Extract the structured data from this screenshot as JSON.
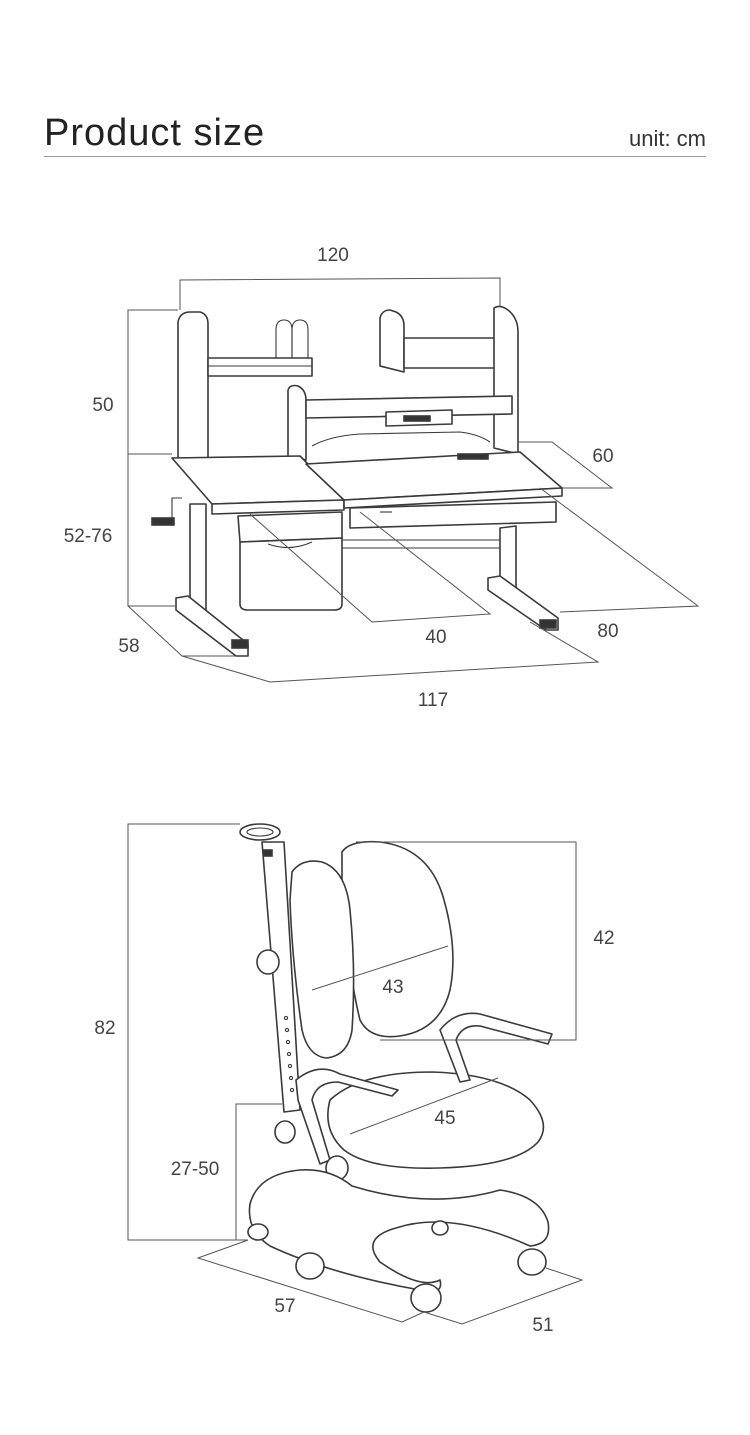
{
  "header": {
    "title": "Product size",
    "unit": "unit: cm"
  },
  "desk": {
    "width_top": "120",
    "hutch_height": "50",
    "height_range": "52-76",
    "side_depth": "58",
    "drawer_depth": "40",
    "desktop_depth": "60",
    "total_depth": "80",
    "base_width": "117"
  },
  "chair": {
    "total_height": "82",
    "backrest_height": "42",
    "backrest_width": "43",
    "seat_width": "45",
    "seat_height_range": "27-50",
    "base_width": "57",
    "base_depth": "51"
  }
}
